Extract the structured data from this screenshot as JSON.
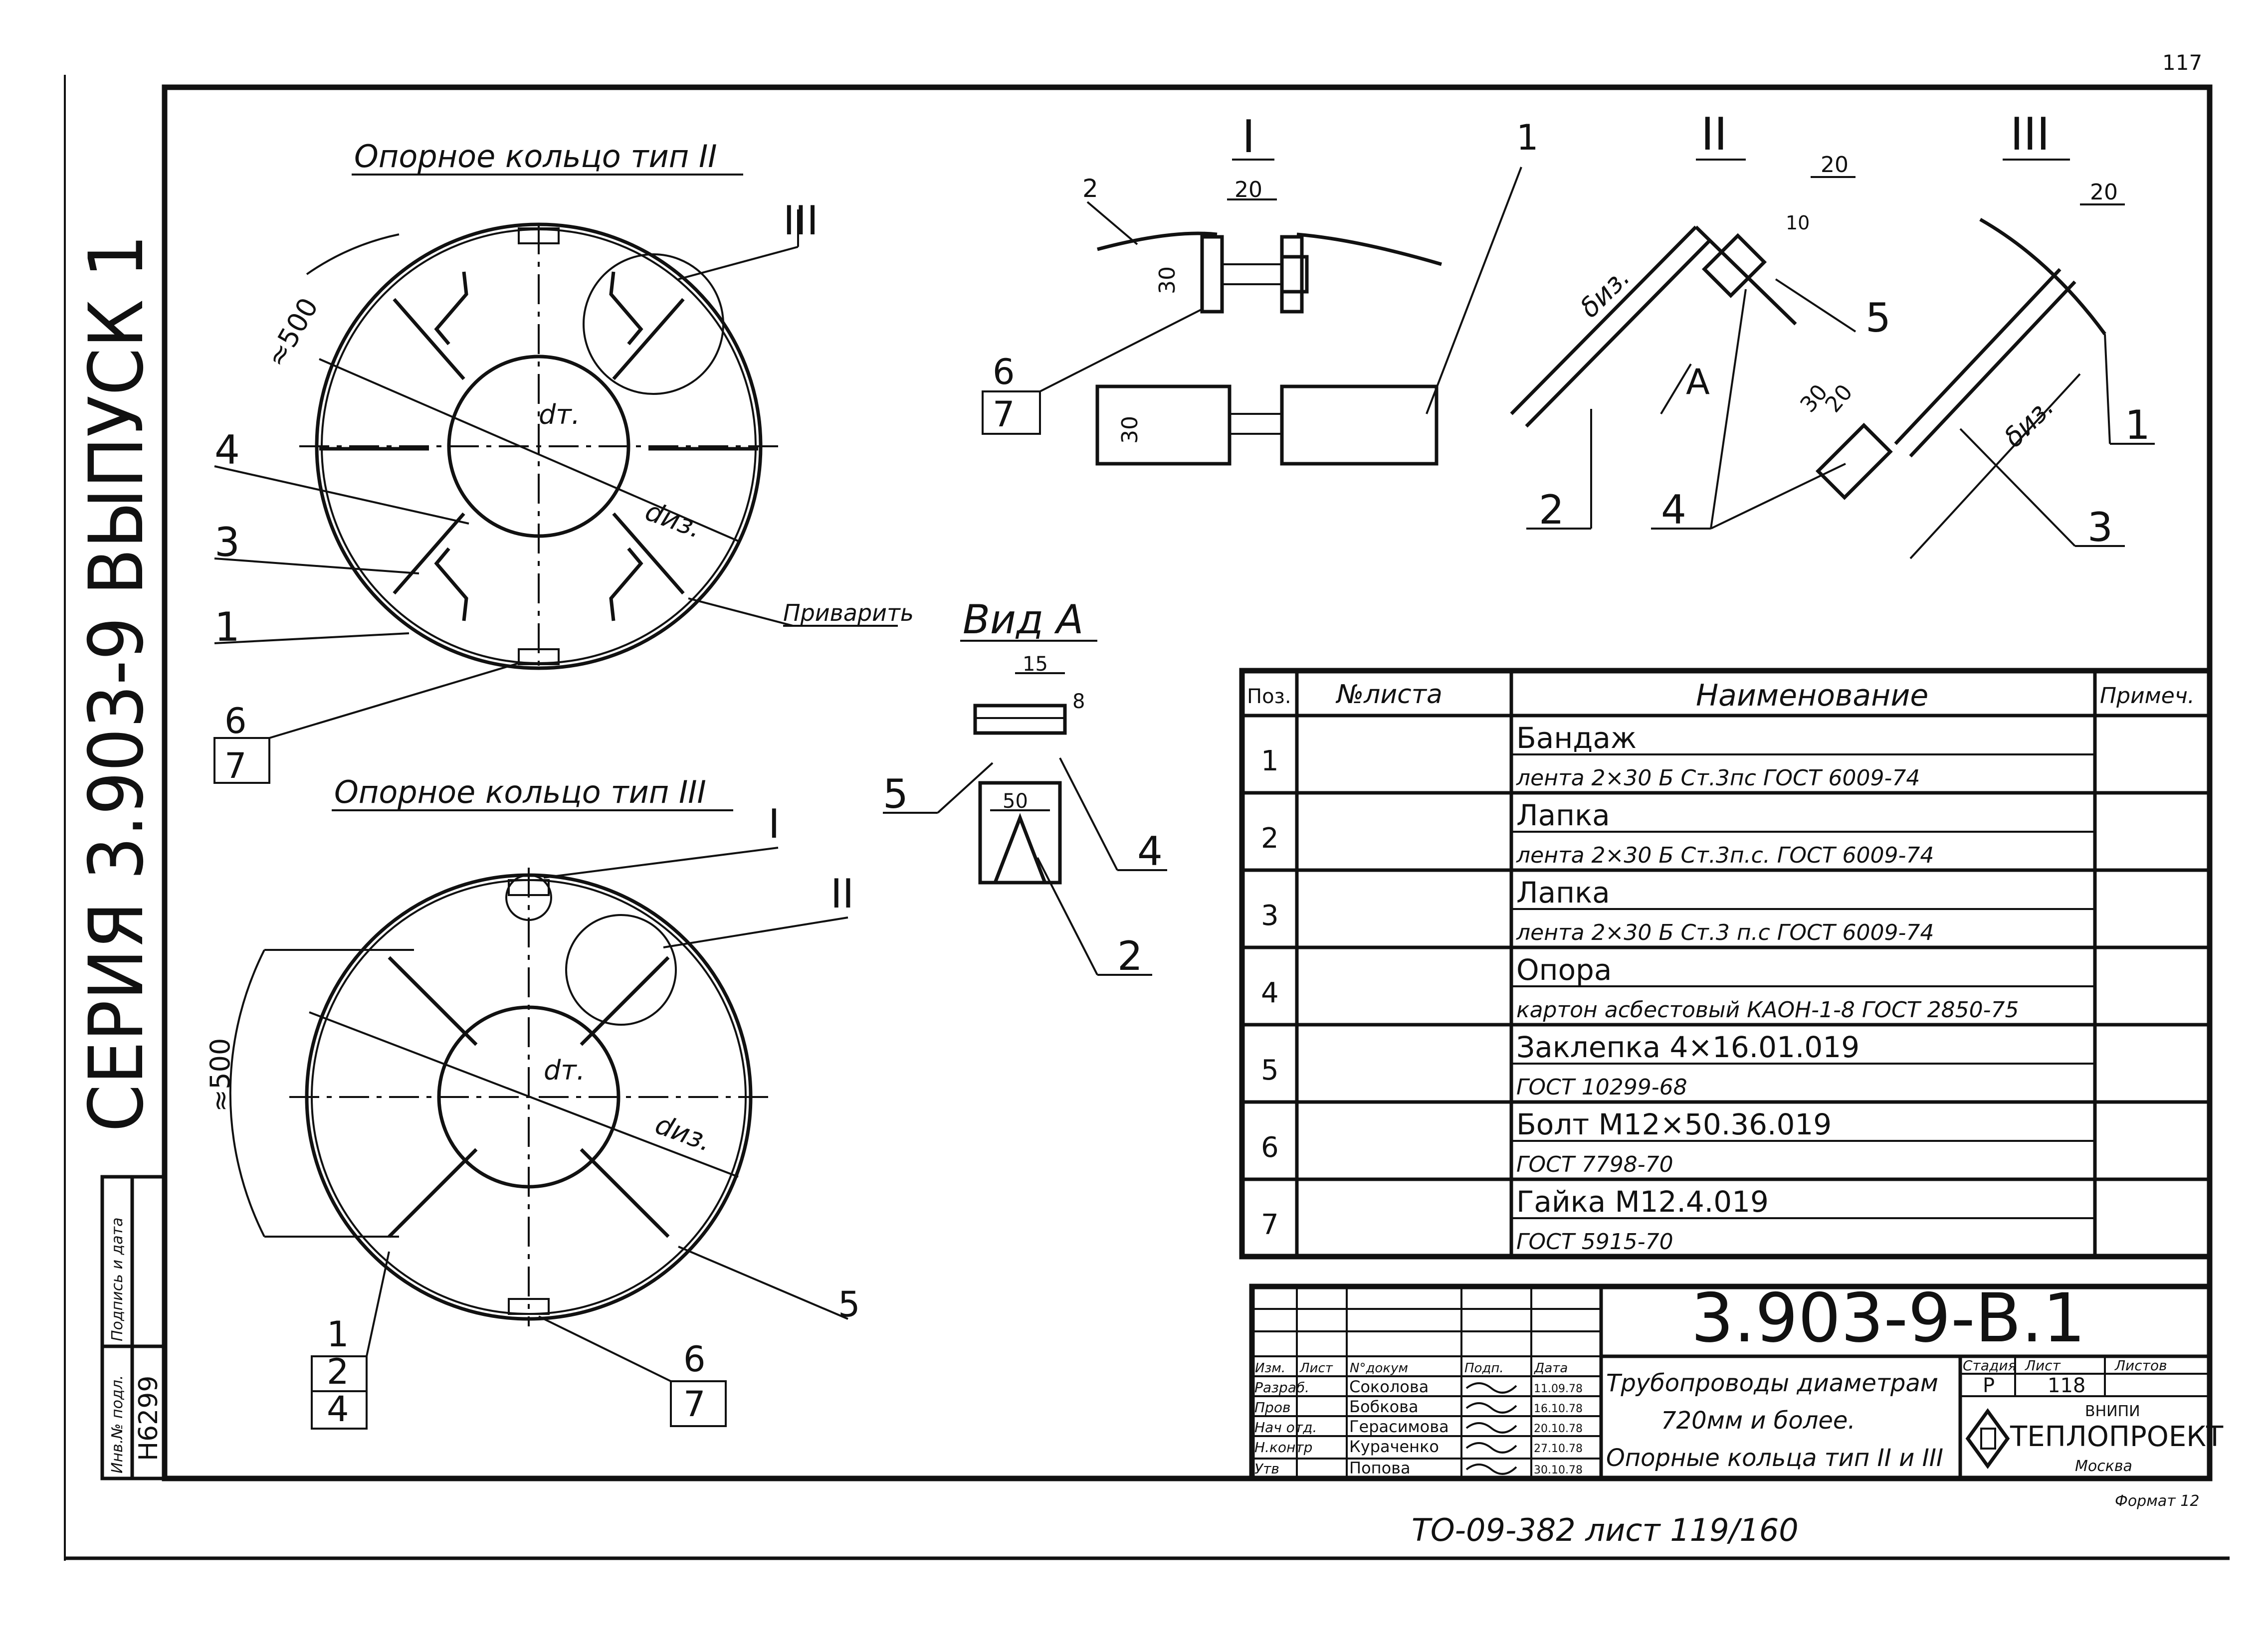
{
  "sheet_mark": "117",
  "series": {
    "vertical_title": "СЕРИЯ  3.903-9  ВЫПУСК 1"
  },
  "side_stamp": {
    "inv_label": "Инв.№ подл.",
    "sign_label": "Подпись и дата",
    "inv_number": "Н6299"
  },
  "views": {
    "ring2_title": "Опорное кольцо тип II",
    "ring3_title": "Опорное кольцо тип III",
    "view_a_title": "Вид А",
    "detail_1": "I",
    "detail_2": "II",
    "detail_3": "III",
    "weld_note": "Приварить",
    "dim_500": "≈500",
    "d_t": "dт.",
    "d_iz": "dиз.",
    "delta_iz": "δиз.",
    "arrow_a": "A",
    "dim_20": "20",
    "dim_30": "30",
    "dim_10": "10",
    "dim_15": "15",
    "dim_8": "8",
    "dim_50": "50"
  },
  "callouts": {
    "c1": "1",
    "c2": "2",
    "c3": "3",
    "c4": "4",
    "c5": "5",
    "c6": "6",
    "c7": "7"
  },
  "spec_table": {
    "headers": [
      "Поз.",
      "№листа",
      "Наименование",
      "Примеч."
    ],
    "rows": [
      {
        "pos": "1",
        "name": "Бандаж",
        "spec": "лента 2×30 Б Ст.3пс ГОСТ 6009-74"
      },
      {
        "pos": "2",
        "name": "Лапка",
        "spec": "лента 2×30 Б Ст.3п.с. ГОСТ 6009-74"
      },
      {
        "pos": "3",
        "name": "Лапка",
        "spec": "лента 2×30 Б Ст.3 п.с ГОСТ 6009-74"
      },
      {
        "pos": "4",
        "name": "Опора",
        "spec": "картон асбестовый КАОН-1-8 ГОСТ 2850-75"
      },
      {
        "pos": "5",
        "name": "Заклепка 4×16.01.019",
        "spec": "ГОСТ 10299-68"
      },
      {
        "pos": "6",
        "name": "Болт М12×50.36.019",
        "spec": "ГОСТ 7798-70"
      },
      {
        "pos": "7",
        "name": "Гайка М12.4.019",
        "spec": "ГОСТ 5915-70"
      }
    ]
  },
  "title_block": {
    "doc_number": "3.903-9-В.1",
    "title_line1": "Трубопроводы диаметрам",
    "title_line2": "720мм и более.",
    "title_line3": "Опорные кольца тип II и III",
    "col_heads": [
      "Изм.",
      "Лист",
      "N°докум",
      "Подп.",
      "Дата"
    ],
    "roles": [
      "Разраб.",
      "Пров",
      "Нач отд.",
      "Н.контр",
      "Утв"
    ],
    "names": [
      "Соколова",
      "Бобкова",
      "Герасимова",
      "Кураченко",
      "Попова"
    ],
    "dates": [
      "11.09.78",
      "16.10.78",
      "20.10.78",
      "27.10.78",
      "30.10.78"
    ],
    "stage_head": "Стадия",
    "sheet_head": "Лист",
    "sheets_head": "Листов",
    "stage": "Р",
    "sheet": "118",
    "org_top": "ВНИПИ",
    "org": "ТЕПЛОПРОЕКТ",
    "city": "Москва",
    "format": "Формат 12"
  },
  "footer": {
    "archive": "ТО-09-382  лист 119/160"
  }
}
